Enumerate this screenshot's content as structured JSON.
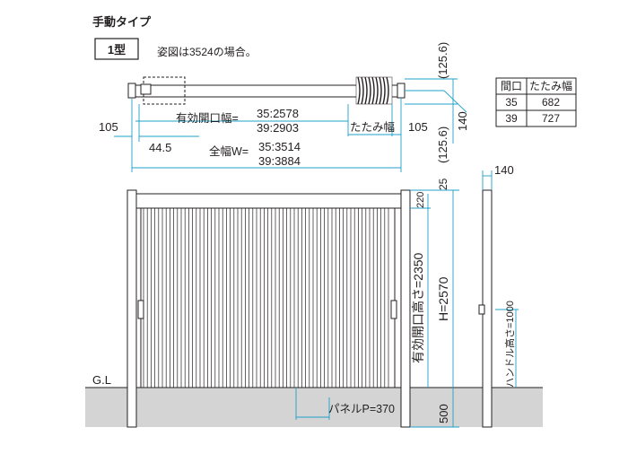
{
  "header": {
    "title": "手動タイプ",
    "type_badge": "1型",
    "note": "姿図は3524の場合。"
  },
  "plan": {
    "effective_width_label": "有効開口幅=",
    "effective_width_35": "35:2578",
    "effective_width_39": "39:2903",
    "fold_width_label": "たたみ幅",
    "left_dim": "105",
    "right_dim": "105",
    "offset_dim": "44.5",
    "total_width_label": "全幅W=",
    "total_width_35": "35:3514",
    "total_width_39": "39:3884",
    "top_dim": "(125.6)",
    "bottom_dim": "(125.6)",
    "depth_dim": "140"
  },
  "fold_table": {
    "headers": [
      "間口",
      "たたみ幅"
    ],
    "rows": [
      [
        "35",
        "682"
      ],
      [
        "39",
        "727"
      ]
    ]
  },
  "elevation": {
    "top_dim": "25",
    "head_dim": "220",
    "effective_height": "有効開口高さ=2350",
    "total_height": "H=2570",
    "embed_dim": "500",
    "ground_label": "G.L",
    "panel_pitch": "パネルP=370",
    "side_width": "140",
    "handle_height": "ハンドル高さ=1000"
  }
}
